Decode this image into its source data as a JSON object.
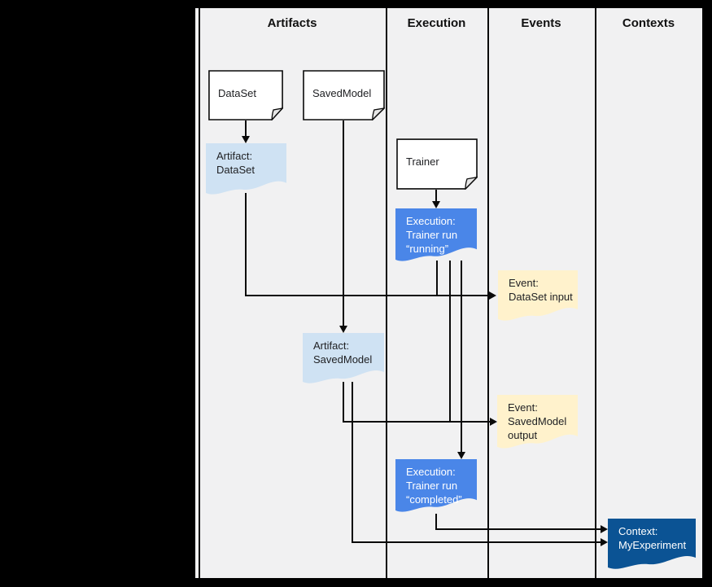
{
  "page": {
    "background": "#000000"
  },
  "diagram": {
    "background": "#f1f1f2",
    "line_color": "#0a0a0a",
    "columns": [
      {
        "label": "Artifacts"
      },
      {
        "label": "Execution"
      },
      {
        "label": "Events"
      },
      {
        "label": "Contexts"
      }
    ],
    "colors": {
      "document_fill": "#ffffff",
      "document_fold_fill": "#e6e6e6",
      "artifact_fill": "#cfe2f3",
      "execution_fill": "#4a86e8",
      "event_fill": "#fff2cc",
      "context_fill": "#0b5394",
      "dark_text": "#202124",
      "light_text": "#ffffff"
    },
    "nodes": {
      "dataset": {
        "label": "DataSet",
        "kind": "document",
        "column": "Artifacts"
      },
      "savedmodel": {
        "label": "SavedModel",
        "kind": "document",
        "column": "Artifacts"
      },
      "trainer": {
        "label": "Trainer",
        "kind": "document",
        "column": "Execution"
      },
      "artifact_dataset": {
        "label": "Artifact:\nDataSet",
        "kind": "artifact",
        "column": "Artifacts"
      },
      "artifact_savedmodel": {
        "label": "Artifact:\nSavedModel",
        "kind": "artifact",
        "column": "Artifacts"
      },
      "execution_running": {
        "label": "Execution:\nTrainer run\n“running”",
        "kind": "execution",
        "column": "Execution"
      },
      "execution_completed": {
        "label": "Execution:\nTrainer run\n“completed”",
        "kind": "execution",
        "column": "Execution"
      },
      "event_dataset_input": {
        "label": "Event:\nDataSet input",
        "kind": "event",
        "column": "Events"
      },
      "event_savedmodel_output": {
        "label": "Event:\nSavedModel\noutput",
        "kind": "event",
        "column": "Events"
      },
      "context_myexperiment": {
        "label": "Context:\nMyExperiment",
        "kind": "context",
        "column": "Contexts"
      }
    },
    "edges": [
      {
        "from": "dataset",
        "to": "artifact_dataset"
      },
      {
        "from": "savedmodel",
        "to": "artifact_savedmodel"
      },
      {
        "from": "trainer",
        "to": "execution_running"
      },
      {
        "from": "artifact_dataset",
        "to": "event_dataset_input"
      },
      {
        "from": "execution_running",
        "to": "event_dataset_input"
      },
      {
        "from": "artifact_savedmodel",
        "to": "event_savedmodel_output"
      },
      {
        "from": "execution_running",
        "to": "event_savedmodel_output"
      },
      {
        "from": "execution_running",
        "to": "execution_completed"
      },
      {
        "from": "execution_completed",
        "to": "context_myexperiment"
      },
      {
        "from": "artifact_savedmodel",
        "to": "context_myexperiment"
      }
    ]
  }
}
